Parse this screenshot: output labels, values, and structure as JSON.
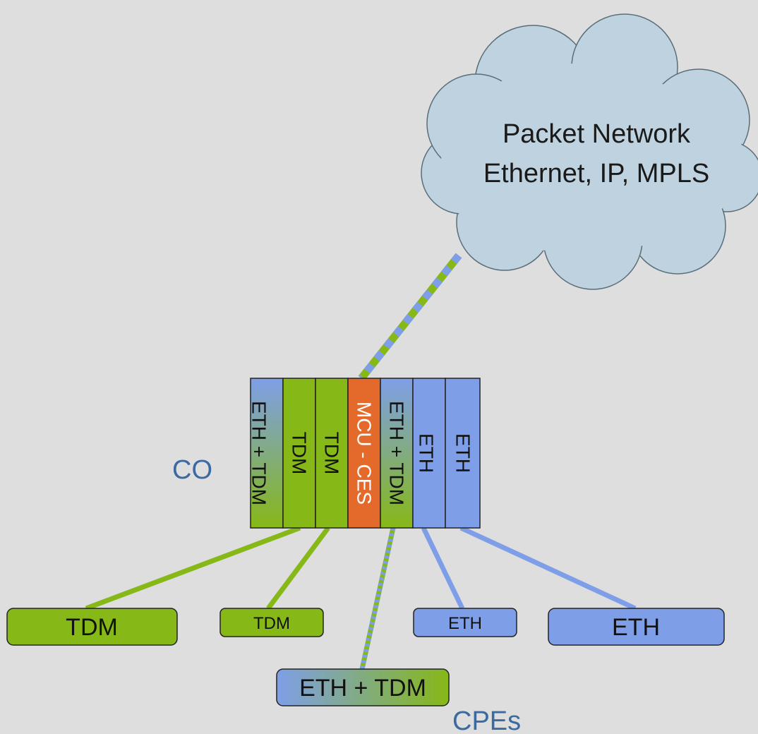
{
  "cloud": {
    "line1": "Packet Network",
    "line2": "Ethernet, IP, MPLS",
    "fill": "#bed3df"
  },
  "colors": {
    "tdm": "#86b817",
    "eth": "#7e9fe8",
    "mcu": "#e46a2c",
    "outline": "#222222"
  },
  "labels": {
    "co": "CO",
    "cpes": "CPEs"
  },
  "chassis": {
    "cards": [
      {
        "label": "ETH + TDM",
        "type": "mixed"
      },
      {
        "label": "TDM",
        "type": "tdm"
      },
      {
        "label": "TDM",
        "type": "tdm"
      },
      {
        "label": "MCU - CES",
        "type": "mcu"
      },
      {
        "label": "ETH + TDM",
        "type": "mixed"
      },
      {
        "label": "ETH",
        "type": "eth"
      },
      {
        "label": "ETH",
        "type": "eth"
      }
    ]
  },
  "cpes": {
    "tdm_large": "TDM",
    "tdm_small": "TDM",
    "mixed": "ETH + TDM",
    "eth_small": "ETH",
    "eth_large": "ETH"
  }
}
